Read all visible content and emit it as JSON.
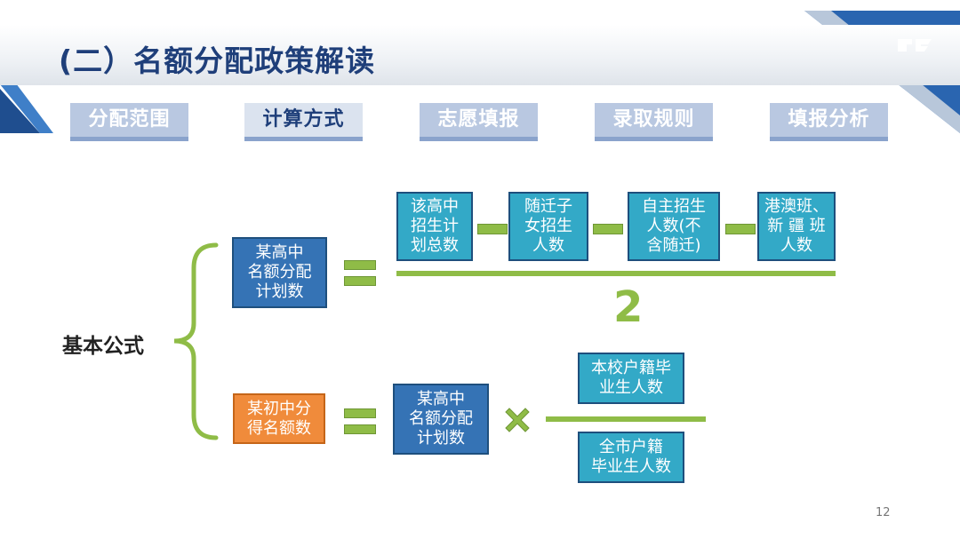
{
  "title": "(二）名额分配政策解读",
  "tabs": [
    {
      "label": "分配范围",
      "active": false
    },
    {
      "label": "计算方式",
      "active": true
    },
    {
      "label": "志愿填报",
      "active": false
    },
    {
      "label": "录取规则",
      "active": false
    },
    {
      "label": "填报分析",
      "active": false
    }
  ],
  "formula_label": "基本公式",
  "formula1": {
    "left": "某高中\n名额分配\n计划数",
    "numerator_terms": [
      "该高中\n招生计\n划总数",
      "随迁子\n女招生\n人数",
      "自主招生\n人数(不\n含随迁)",
      "港澳班、\n新 疆 班\n人数"
    ],
    "denominator": "2"
  },
  "formula2": {
    "left": "某初中分\n得名额数",
    "multiplier": "某高中\n名额分配\n计划数",
    "numerator": "本校户籍毕\n业生人数",
    "denominator": "全市户籍\n毕业生人数"
  },
  "page_number": "12",
  "colors": {
    "title": "#1f3f7a",
    "accent_green": "#8fbc47",
    "box_dark": "#3573b5",
    "box_teal": "#33a9c7",
    "box_orange": "#f08b3b"
  },
  "icons": {
    "logo": "logo-icon",
    "multiply": "multiply-icon",
    "brace": "curly-brace-icon"
  }
}
